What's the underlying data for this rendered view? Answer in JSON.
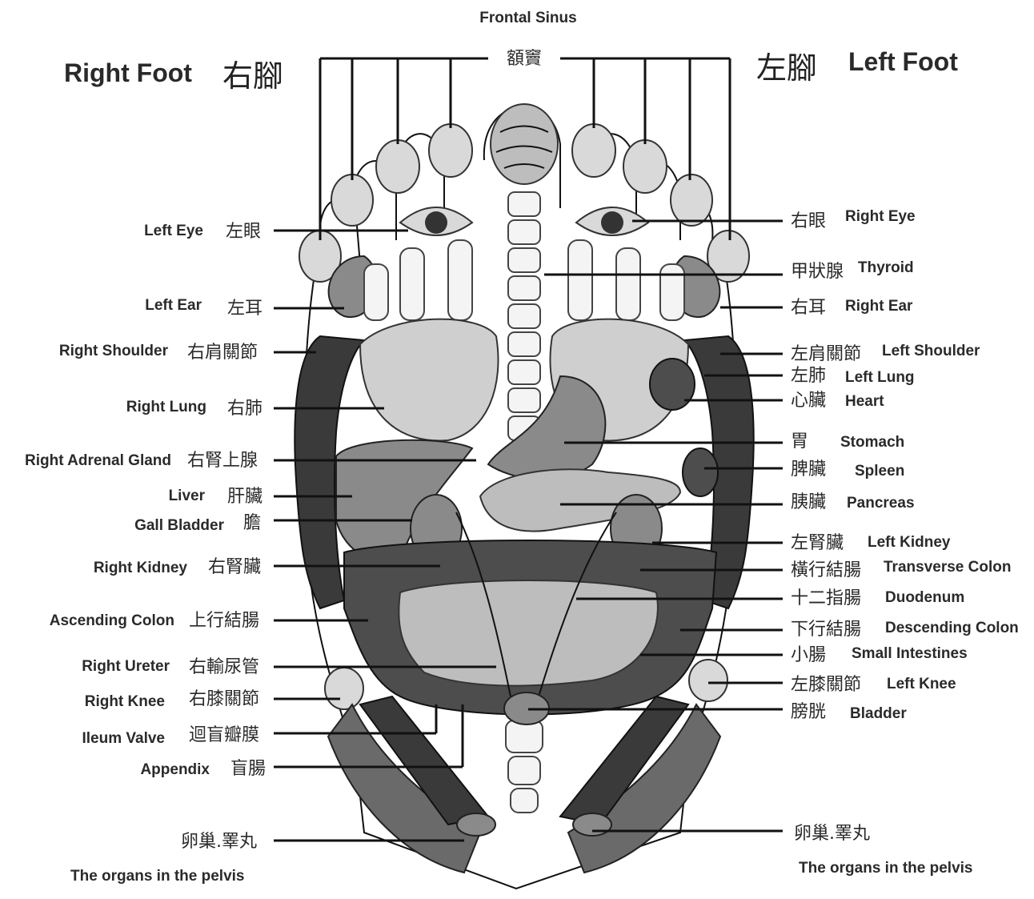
{
  "header": {
    "right_foot_en": "Right Foot",
    "right_foot_zh": "右腳",
    "left_foot_en": "Left Foot",
    "left_foot_zh": "左腳",
    "frontal_sinus": "Frontal Sinus",
    "sinus_zh": "額竇"
  },
  "left_labels": [
    {
      "en": "Left Eye",
      "zh": "左眼"
    },
    {
      "en": "Left Ear",
      "zh": "左耳"
    },
    {
      "en": "Right Shoulder",
      "zh": "右肩關節"
    },
    {
      "en": "Right Lung",
      "zh": "右肺"
    },
    {
      "en": "Right Adrenal Gland",
      "zh": "右腎上腺"
    },
    {
      "en": "Liver",
      "zh": "肝臟"
    },
    {
      "en": "Gall Bladder",
      "zh": "膽"
    },
    {
      "en": "Right Kidney",
      "zh": "右腎臟"
    },
    {
      "en": "Ascending Colon",
      "zh": "上行結腸"
    },
    {
      "en": "Right Ureter",
      "zh": "右輸尿管"
    },
    {
      "en": "Right Knee",
      "zh": "右膝關節"
    },
    {
      "en": "Ileum Valve",
      "zh": "迴盲瓣膜"
    },
    {
      "en": "Appendix",
      "zh": "盲腸"
    },
    {
      "en": "",
      "zh": "卵巢.睪丸"
    }
  ],
  "right_labels": [
    {
      "zh": "右眼",
      "en": "Right Eye"
    },
    {
      "zh": "甲狀腺",
      "en": "Thyroid"
    },
    {
      "zh": "右耳",
      "en": "Right Ear"
    },
    {
      "zh": "左肩關節",
      "en": "Left Shoulder"
    },
    {
      "zh": "左肺",
      "en": "Left Lung"
    },
    {
      "zh": "心臟",
      "en": "Heart"
    },
    {
      "zh": "胃",
      "en": "Stomach"
    },
    {
      "zh": "脾臟",
      "en": "Spleen"
    },
    {
      "zh": "胰臟",
      "en": "Pancreas"
    },
    {
      "zh": "左腎臟",
      "en": "Left Kidney"
    },
    {
      "zh": "橫行結腸",
      "en": "Transverse Colon"
    },
    {
      "zh": "十二指腸",
      "en": "Duodenum"
    },
    {
      "zh": "下行結腸",
      "en": "Descending Colon"
    },
    {
      "zh": "小腸",
      "en": "Small Intestines"
    },
    {
      "zh": "左膝關節",
      "en": "Left Knee"
    },
    {
      "zh": "膀胱",
      "en": "Bladder"
    },
    {
      "zh": "卵巢.睪丸",
      "en": ""
    }
  ],
  "footer": {
    "left": "The organs in the pelvis",
    "right": "The organs in the pelvis"
  }
}
